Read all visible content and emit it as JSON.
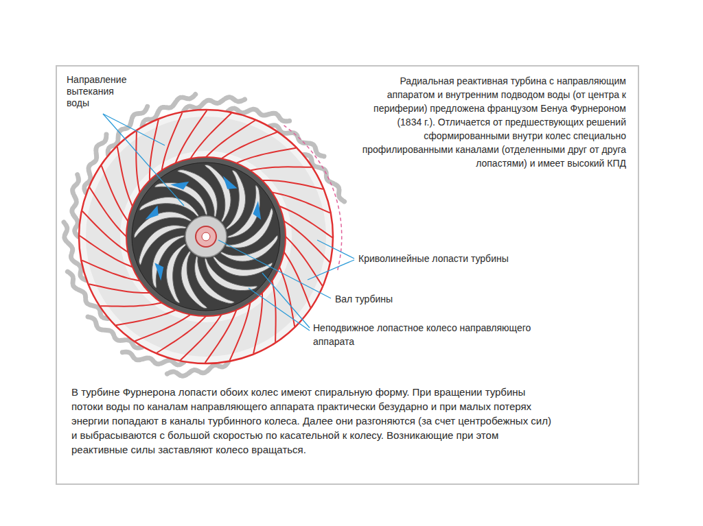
{
  "diagram": {
    "caption": "В турбине Фурнерона лопасти обоих колес имеют спиральную форму. При вращении турбины потоки воды по каналам направляющего аппарата практически безударно и при малых потерях энергии попадают в каналы турбинного колеса. Далее они разгоняются (за счет центробежных сил) и выбрасываются с большой скоростью по касательной к колесу. Возникающие при этом реактивные силы заставляют колесо вращаться.",
    "labels": [
      "Направление вытекания воды",
      "Радиальная реактивная турбина с направляющим аппаратом и внутренним подводом воды (от центра к периферии) предложена французом Бенуа Фурнероном (1834 г.). Отличается от предшествующих решений сформированными внутри колес специально профилированными каналами (отделенными друг от друга лопастями) и имеет высокий КПД",
      "Криволинейные лопасти турбины",
      "Вал турбины",
      "Неподвижное лопастное колесо направляющего аппарата"
    ]
  }
}
